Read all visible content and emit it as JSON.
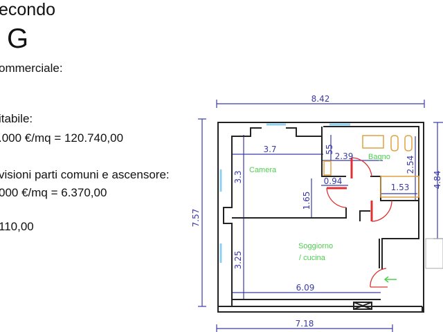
{
  "info": {
    "floor": "econdo",
    "unit": "G",
    "commercial_label": "ommerciale:",
    "habitable_label": "itabile:",
    "habitable_calc": ".000 €/mq = 120.740,00",
    "common_label": "visioni parti comuni e ascensore:",
    "common_calc": "000 €/mq = 6.370,00",
    "total": "110,00"
  },
  "plan": {
    "rooms": {
      "camera": "Camera",
      "bagno": "Bagno",
      "soggiorno": "Soggiorno",
      "cucina": "/ cucina"
    },
    "dimensions": {
      "total_width": "8.42",
      "total_height": "7.57",
      "bottom_width": "7.18",
      "camera_width": "3.7",
      "camera_height": "3.3",
      "camera_half": "1.65",
      "bath_small": "55",
      "bath_width": "2.39",
      "bath_height": "2.54",
      "closet_width": "0.94",
      "shower_width": "1.53",
      "living_height": "3.25",
      "living_width": "6.09",
      "right_height": "4.84"
    },
    "colors": {
      "dimension": "#3a3aa8",
      "room_label": "#4cd04c",
      "door": "#e03030",
      "fixture": "#e0a040",
      "window": "#8fd0f0"
    }
  }
}
